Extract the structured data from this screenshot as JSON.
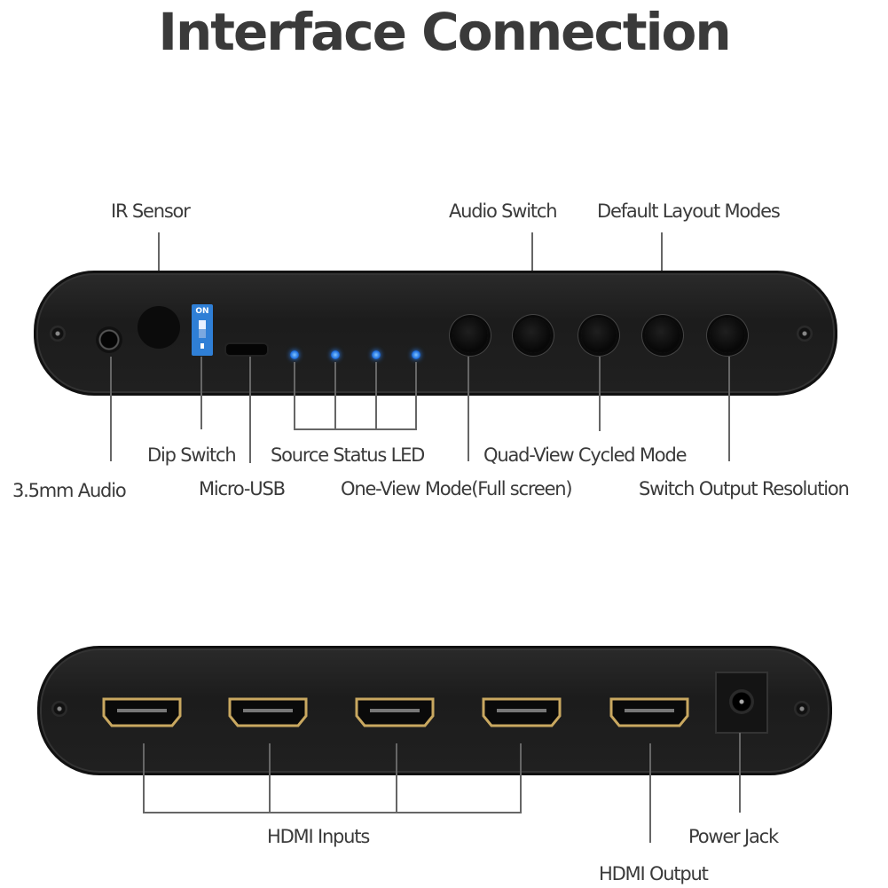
{
  "title": "Interface Connection",
  "colors": {
    "text": "#3a3a3a",
    "panel": "#1f1f1f",
    "led_blue": "#2f88ff",
    "dip_blue": "#2f7fd6",
    "hdmi_gold": "#c9a860"
  },
  "front_panel": {
    "labels": {
      "ir_sensor": "IR Sensor",
      "audio_switch": "Audio Switch",
      "default_layout_modes": "Default Layout Modes",
      "dip_switch": "Dip Switch",
      "source_status_led": "Source Status LED",
      "quad_view_cycled_mode": "Quad-View Cycled Mode",
      "audio_jack": "3.5mm Audio",
      "micro_usb": "Micro-USB",
      "one_view_mode": "One-View Mode(Full screen)",
      "switch_output_resolution": "Switch Output Resolution"
    },
    "dip_switch_text": "ON",
    "led_count": 4,
    "button_count": 5
  },
  "back_panel": {
    "labels": {
      "hdmi_inputs": "HDMI Inputs",
      "power_jack": "Power Jack",
      "hdmi_output": "HDMI Output"
    },
    "hdmi_input_count": 4,
    "hdmi_output_count": 1
  }
}
